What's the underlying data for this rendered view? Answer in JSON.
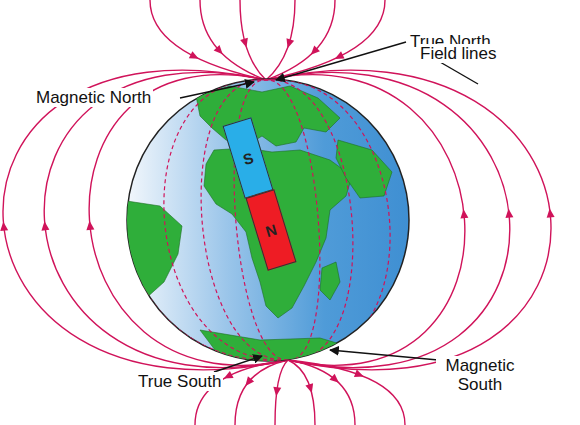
{
  "diagram": {
    "nodes": [
      {
        "text": [
          "S"
        ]
      },
      {
        "text": [
          "N"
        ]
      }
    ],
    "labels": [
      "True North",
      "Magnetic North",
      "Field lines",
      "True South",
      "Magnetic South"
    ]
  }
}
